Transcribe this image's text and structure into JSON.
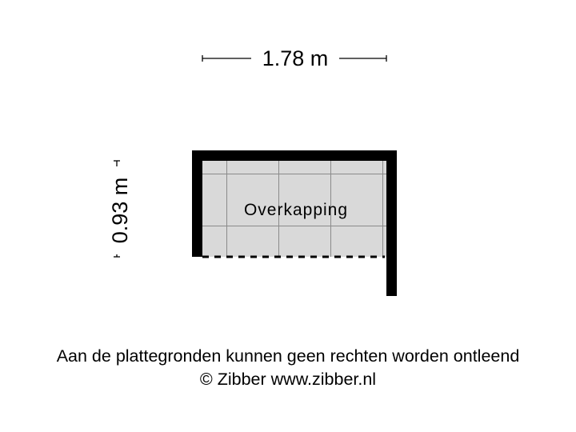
{
  "floorplan": {
    "dimensions": {
      "width_label": "1.78 m",
      "depth_label": "0.93 m"
    },
    "rooms": [
      {
        "name": "Overkapping",
        "fill": "#d9d9d9"
      }
    ],
    "colors": {
      "wall": "#000000",
      "floor": "#d9d9d9",
      "grid": "#8a8a8a",
      "background": "#ffffff"
    }
  },
  "footer": {
    "disclaimer": "Aan de plattegronden kunnen geen rechten worden ontleend",
    "copyright": "© Zibber www.zibber.nl"
  }
}
